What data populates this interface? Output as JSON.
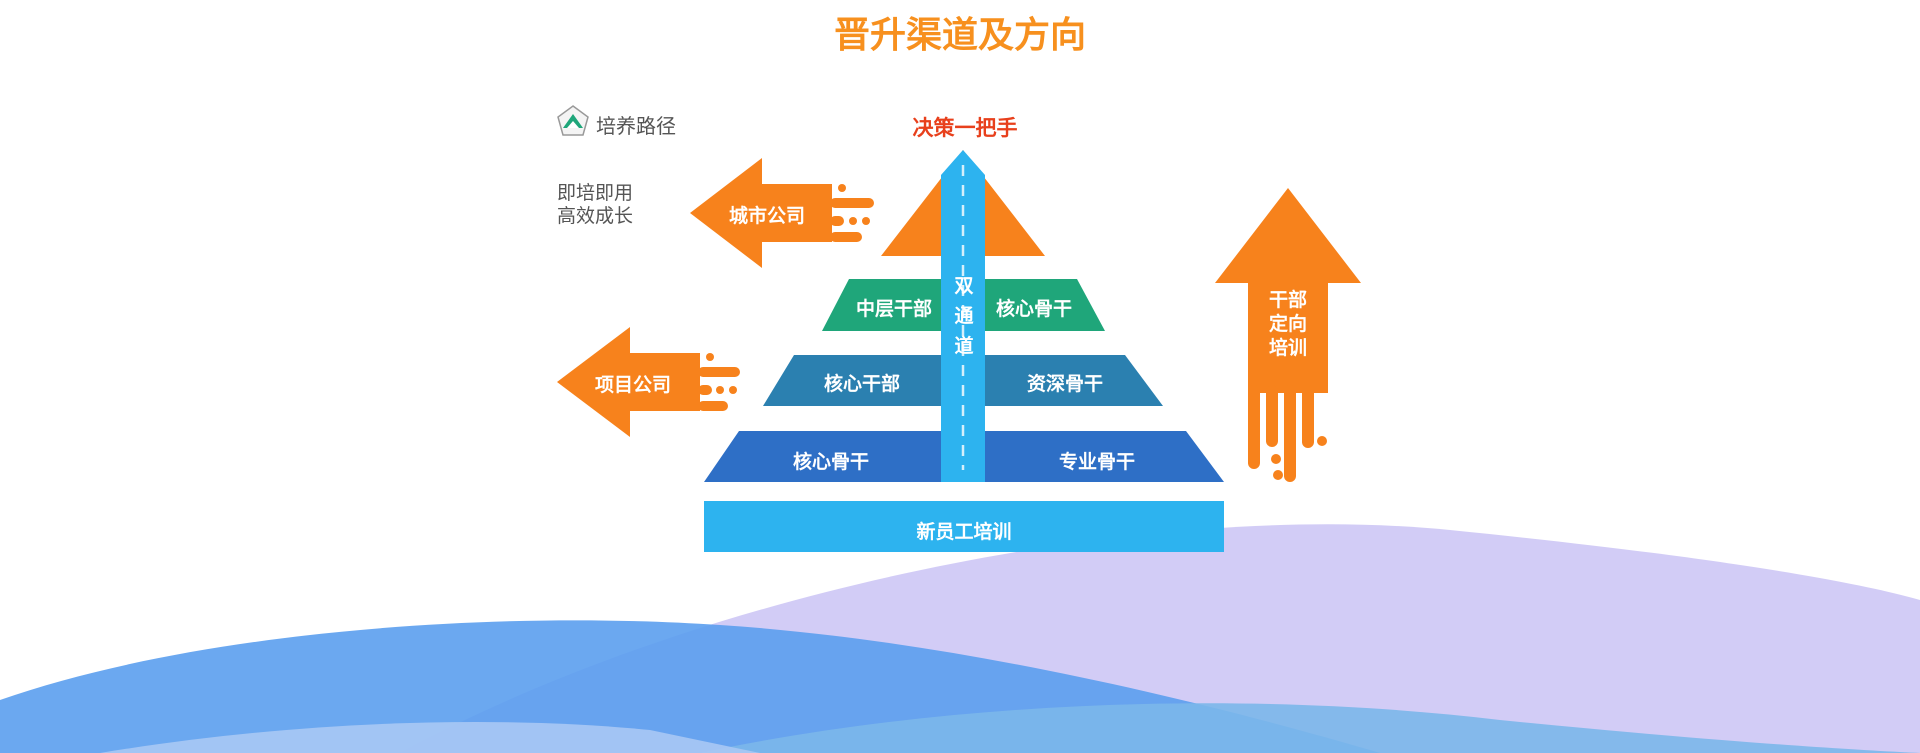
{
  "title": "晋升渠道及方向",
  "legend": {
    "icon": "pentagon-logo-icon",
    "label": "培养路径"
  },
  "side_text": [
    "即培即用",
    "高效成长"
  ],
  "apex_label": "决策一把手",
  "channel_label": [
    "双",
    "通",
    "道"
  ],
  "arrows": {
    "city": "城市公司",
    "project": "项目公司"
  },
  "tiers": {
    "tier1": {
      "left": "中层干部",
      "right": "核心骨干",
      "color": "#1fa67a"
    },
    "tier2": {
      "left": "核心干部",
      "right": "资深骨干",
      "color": "#2b80b0"
    },
    "tier3": {
      "left": "核心骨干",
      "right": "专业骨干",
      "color": "#2e6fc6"
    }
  },
  "base_label": "新员工培训",
  "up_arrow": [
    "干部",
    "定向",
    "培训"
  ],
  "colors": {
    "orange": "#f7821c",
    "channel": "#2db3ef",
    "base": "#2db3ef",
    "title": "#f7901e",
    "apex": "#e8401c"
  }
}
